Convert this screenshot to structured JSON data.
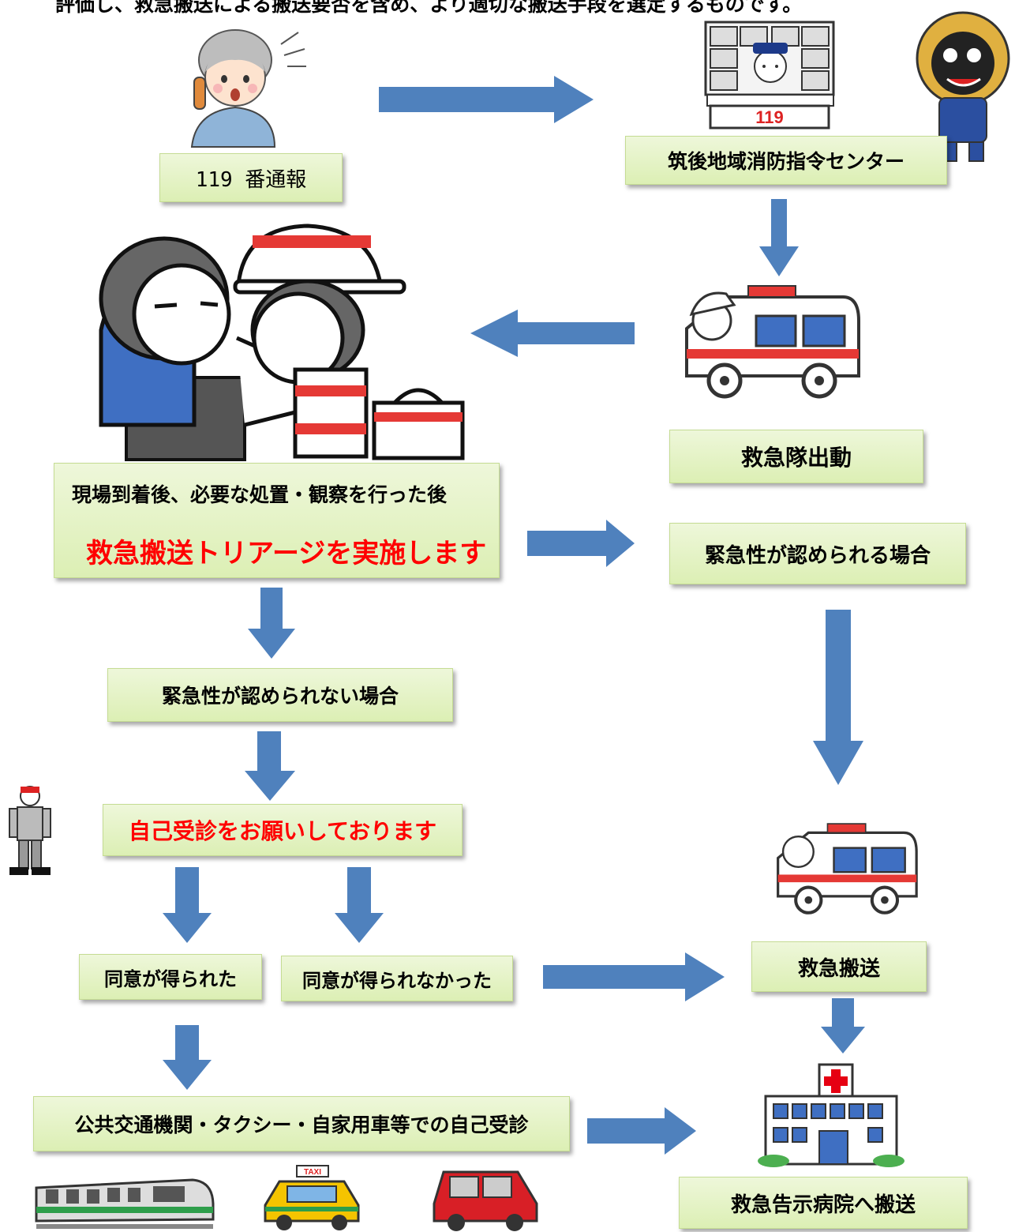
{
  "intro_text": "評価し、救急搬送による搬送要否を含め、より適切な搬送手段を選定するものです。",
  "nodes": {
    "call_119": "119 番通報",
    "command_center": "筑後地域消防指令センター",
    "dispatch": "救急隊出動",
    "triage_line1": "現場到着後、必要な処置・観察を行った後",
    "triage_line2": "救急搬送トリアージを実施します",
    "urgent": "緊急性が認められる場合",
    "not_urgent": "緊急性が認められない場合",
    "self_visit_request": "自己受診をお願いしております",
    "consent_yes": "同意が得られた",
    "consent_no": "同意が得られなかった",
    "emergency_transport": "救急搬送",
    "self_visit_transport": "公共交通機関・タクシー・自家用車等での自己受診",
    "hospital_transport": "救急告示病院へ搬送"
  },
  "illustrations": {
    "control_room_sign": "119",
    "taxi_sign": "TAXI"
  },
  "colors": {
    "arrow": "#4f81bd",
    "box_fill": "#e6f3c8",
    "emphasis_text": "#ff0000",
    "cross": "#e60012"
  }
}
